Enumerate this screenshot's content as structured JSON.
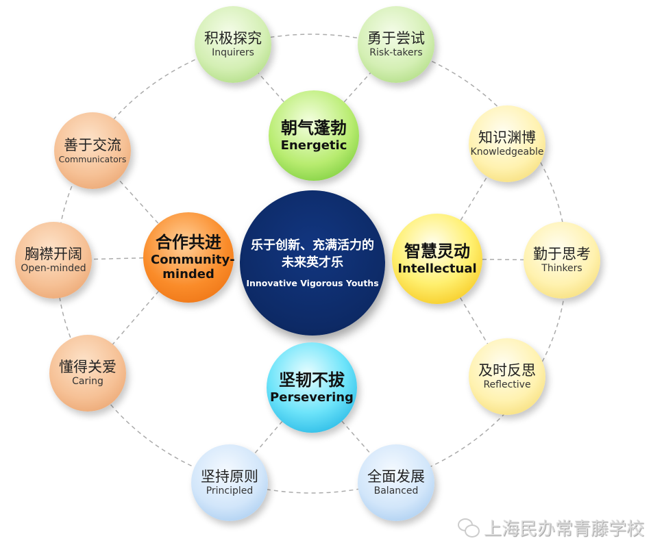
{
  "center": {
    "zh_line1": "乐于创新、充满活力的",
    "zh_line2": "未来英才乐",
    "en": "Innovative Vigorous Youths"
  },
  "pillars": [
    {
      "zh": "朝气蓬勃",
      "en": "Energetic",
      "color": "#7ccc3a"
    },
    {
      "zh": "智慧灵动",
      "en": "Intellectual",
      "color": "#f5c800"
    },
    {
      "zh": "坚韧不拔",
      "en": "Persevering",
      "color": "#0ab8e8"
    },
    {
      "zh": "合作共进",
      "en": "Community-minded",
      "color": "#f07010"
    }
  ],
  "attributes": [
    {
      "zh": "积极探究",
      "en": "Inquirers"
    },
    {
      "zh": "勇于尝试",
      "en": "Risk-takers"
    },
    {
      "zh": "知识渊博",
      "en": "Knowledgeable"
    },
    {
      "zh": "勤于思考",
      "en": "Thinkers"
    },
    {
      "zh": "及时反思",
      "en": "Reflective"
    },
    {
      "zh": "全面发展",
      "en": "Balanced"
    },
    {
      "zh": "坚持原则",
      "en": "Principled"
    },
    {
      "zh": "懂得关爱",
      "en": "Caring"
    },
    {
      "zh": "胸襟开阔",
      "en": "Open-minded"
    },
    {
      "zh": "善于交流",
      "en": "Communicators"
    }
  ],
  "watermark": {
    "text": "上海民办常青藤学校",
    "icon": "wechat-icon"
  }
}
